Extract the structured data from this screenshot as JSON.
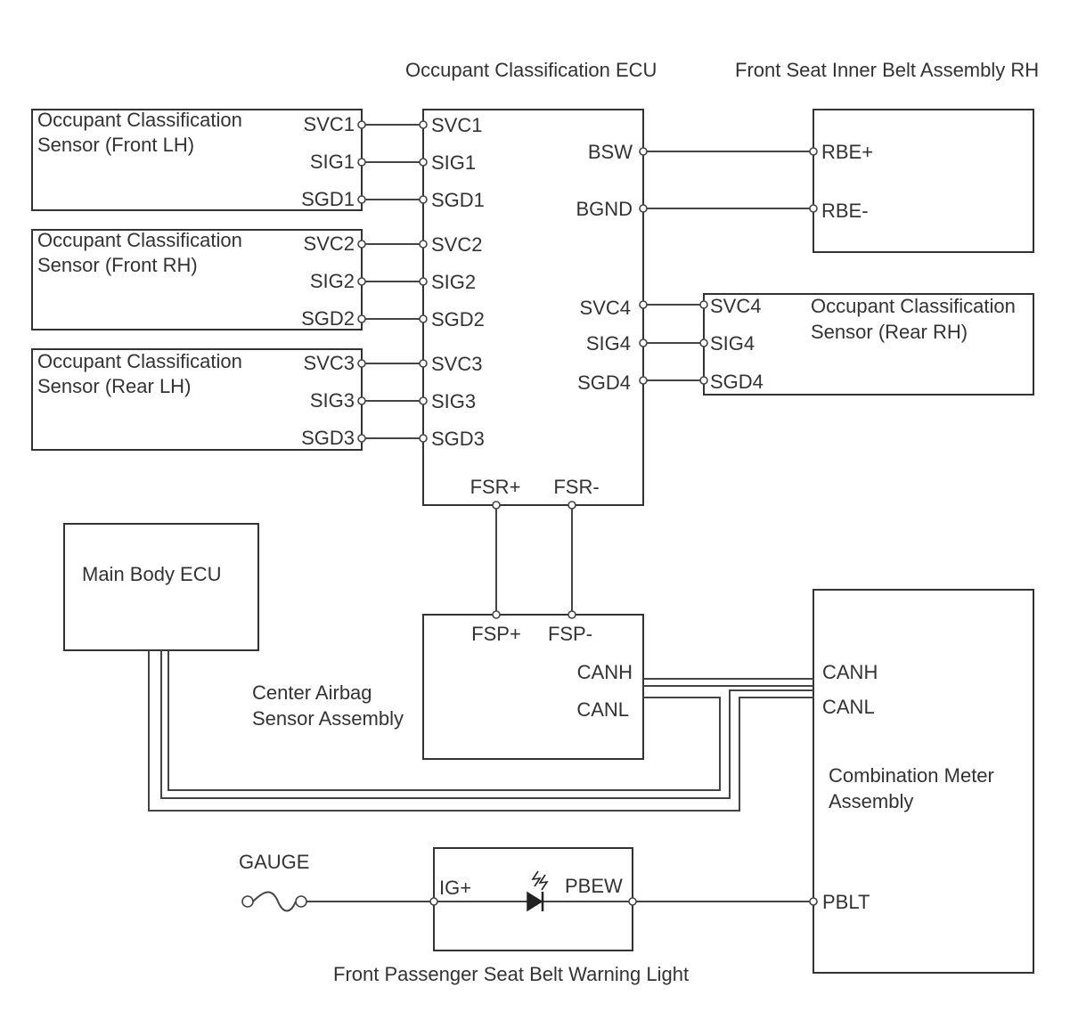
{
  "titles": {
    "ecu": "Occupant Classification ECU",
    "belt": "Front Seat Inner Belt Assembly RH",
    "light": "Front Passenger Seat Belt Warning Light",
    "fuse": "GAUGE"
  },
  "boxes": {
    "sensor_flh": {
      "line1": "Occupant Classification",
      "line2": "Sensor (Front LH)"
    },
    "sensor_frh": {
      "line1": "Occupant Classification",
      "line2": "Sensor (Front RH)"
    },
    "sensor_rlh": {
      "line1": "Occupant Classification",
      "line2": "Sensor (Rear LH)"
    },
    "sensor_rrh": {
      "line1": "Occupant Classification",
      "line2": "Sensor (Rear RH)"
    },
    "main_body": {
      "line1": "Main Body ECU"
    },
    "airbag": {
      "line1": "Center Airbag",
      "line2": "Sensor Assembly"
    },
    "meter": {
      "line1": "Combination Meter",
      "line2": "Assembly"
    }
  },
  "pins": {
    "svc1": "SVC1",
    "sig1": "SIG1",
    "sgd1": "SGD1",
    "svc2": "SVC2",
    "sig2": "SIG2",
    "sgd2": "SGD2",
    "svc3": "SVC3",
    "sig3": "SIG3",
    "sgd3": "SGD3",
    "svc4": "SVC4",
    "sig4": "SIG4",
    "sgd4": "SGD4",
    "bsw": "BSW",
    "bgnd": "BGND",
    "rbe_plus": "RBE+",
    "rbe_minus": "RBE-",
    "fsr_plus": "FSR+",
    "fsr_minus": "FSR-",
    "fsp_plus": "FSP+",
    "fsp_minus": "FSP-",
    "canh": "CANH",
    "canl": "CANL",
    "ig_plus": "IG+",
    "pbew": "PBEW",
    "pblt": "PBLT"
  }
}
